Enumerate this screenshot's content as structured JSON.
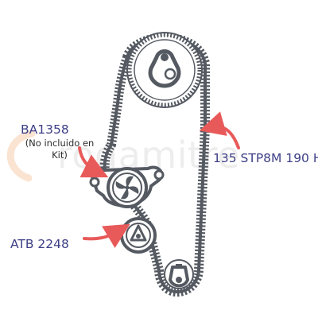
{
  "labels": {
    "tensioner_code": "BA1358",
    "tensioner_note": "(No incluido en Kit)",
    "belt_code": "135 STP8M 190 H",
    "idler_code": "ATB 2248"
  },
  "watermark": {
    "text": "rodamitre"
  },
  "colors": {
    "belt": "#555a62",
    "belt_light": "#d7dadd",
    "arrow": "#e85a5a",
    "label_text": "#3d3f86",
    "watermark": "#9a9a9a",
    "watermark_accent": "#f2b27a"
  },
  "icons": {
    "tensioner": "pinwheel-tensioner-icon",
    "idler": "pulley-idler-icon",
    "arrow": "curved-arrow-icon"
  }
}
